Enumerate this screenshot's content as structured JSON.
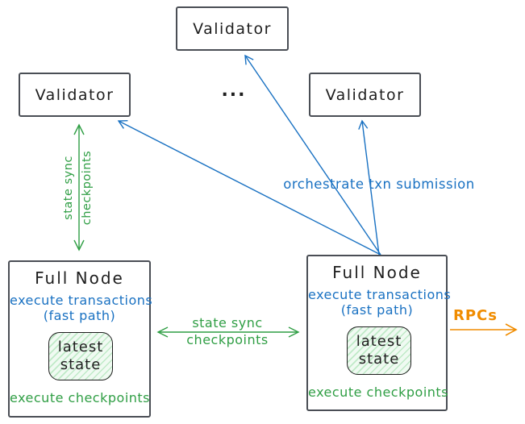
{
  "colors": {
    "stroke_black": "#1e1e1e",
    "box_border": "#4a4e55",
    "blue": "#1971c2",
    "green": "#2f9e44",
    "orange": "#f08c00",
    "state_fill": "#f0faf2",
    "state_hatch": "#40c057"
  },
  "validators": [
    {
      "label": "Validator"
    },
    {
      "label": "Validator"
    },
    {
      "label": "Validator"
    }
  ],
  "ellipsis": "...",
  "full_nodes": [
    {
      "title": "Full Node",
      "line1": "execute transactions",
      "line2": "(fast path)",
      "state_line1": "latest",
      "state_line2": "state",
      "footer": "execute checkpoints"
    },
    {
      "title": "Full Node",
      "line1": "execute transactions",
      "line2": "(fast path)",
      "state_line1": "latest",
      "state_line2": "state",
      "footer": "execute checkpoints"
    }
  ],
  "labels": {
    "left_sync_line1": "state sync",
    "left_sync_line2": "checkpoints",
    "mid_sync_line1": "state sync",
    "mid_sync_line2": "checkpoints",
    "orchestrate": "orchestrate txn submission",
    "rpcs": "RPCs"
  }
}
